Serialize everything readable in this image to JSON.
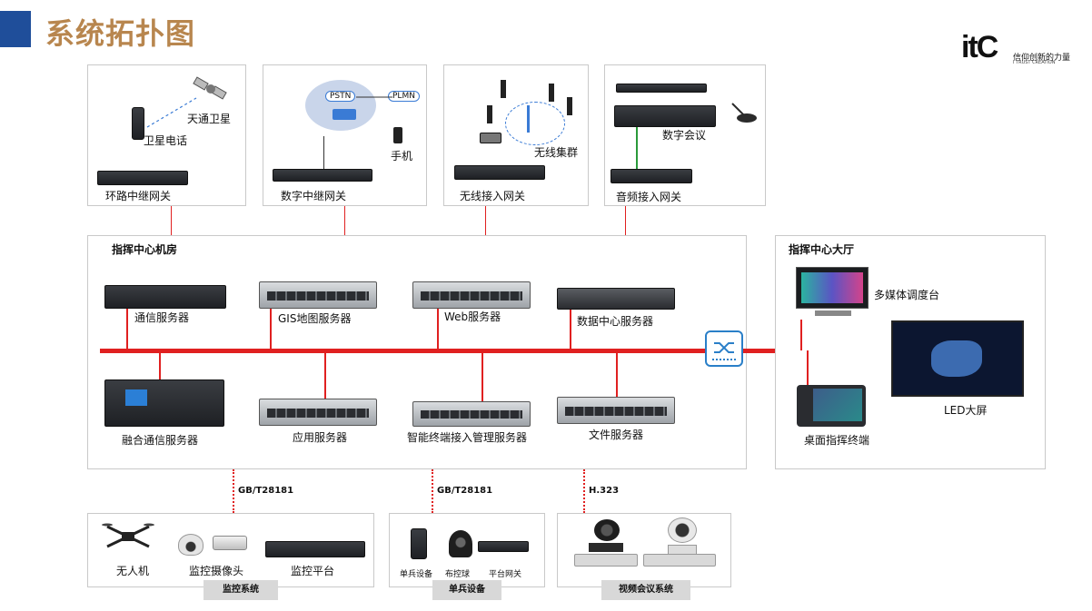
{
  "header": {
    "title": "系统拓扑图",
    "logo_text": "itC",
    "logo_slogan": "信仰创新的力量",
    "logo_sub": "I TRUST CREATION"
  },
  "top_boxes": {
    "loop": {
      "satellite_label": "天通卫星",
      "phone_label": "卫星电话",
      "gateway_label": "环路中继网关"
    },
    "digital": {
      "pstn": "PSTN",
      "plmn": "PLMN",
      "mobile_label": "手机",
      "gateway_label": "数字中继网关"
    },
    "wireless": {
      "cluster_label": "无线集群",
      "gateway_label": "无线接入网关"
    },
    "audio": {
      "conference_label": "数字会议",
      "gateway_label": "音频接入网关"
    }
  },
  "machine_room": {
    "title": "指挥中心机房",
    "servers_top": [
      "通信服务器",
      "GIS地图服务器",
      "Web服务器",
      "数据中心服务器"
    ],
    "servers_bottom": [
      "融合通信服务器",
      "应用服务器",
      "智能终端接入管理服务器",
      "文件服务器"
    ]
  },
  "hall": {
    "title": "指挥中心大厅",
    "console_label": "多媒体调度台",
    "terminal_label": "桌面指挥终端",
    "screen_label": "LED大屏"
  },
  "links": {
    "gb1": "GB/T28181",
    "gb2": "GB/T28181",
    "h323": "H.323"
  },
  "bottom": {
    "monitor": {
      "items": [
        "无人机",
        "监控摄像头",
        "监控平台"
      ],
      "tag": "监控系统"
    },
    "soldier": {
      "items": [
        "单兵设备",
        "布控球",
        "平台网关"
      ],
      "tag": "单兵设备"
    },
    "video": {
      "tag": "视频会议系统"
    }
  },
  "colors": {
    "title": "#b8864e",
    "accent_block": "#1f4e9a",
    "bus": "#e02020",
    "link_green": "#2a9a3a",
    "switch": "#2a7fc8"
  }
}
